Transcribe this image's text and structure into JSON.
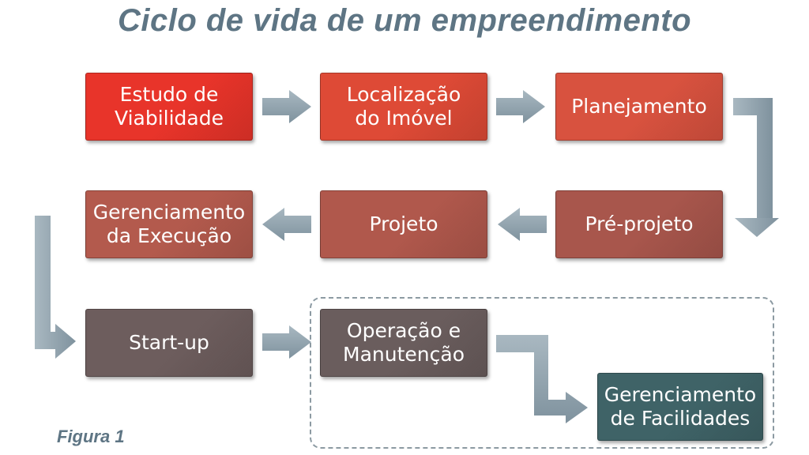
{
  "title": "Ciclo de vida de um empreendimento",
  "caption": "Figura 1",
  "colors": {
    "title": "#5e7584",
    "arrow": "#8fa0ab",
    "dashed_border": "#8c9aa2"
  },
  "steps": [
    {
      "label": "Estudo de\nViabilidade",
      "color": "#e8342a"
    },
    {
      "label": "Localização\ndo Imóvel",
      "color": "#de4a36"
    },
    {
      "label": "Planejamento",
      "color": "#d8523f"
    },
    {
      "label": "Pré-projeto",
      "color": "#a8564c"
    },
    {
      "label": "Projeto",
      "color": "#b0584c"
    },
    {
      "label": "Gerenciamento\nda Execução",
      "color": "#b35a4d"
    },
    {
      "label": "Start-up",
      "color": "#6d5d5d"
    },
    {
      "label": "Operação e\nManutenção",
      "color": "#6a5d5d"
    },
    {
      "label": "Gerenciamento\nde Facilidades",
      "color": "#3f6367"
    }
  ]
}
